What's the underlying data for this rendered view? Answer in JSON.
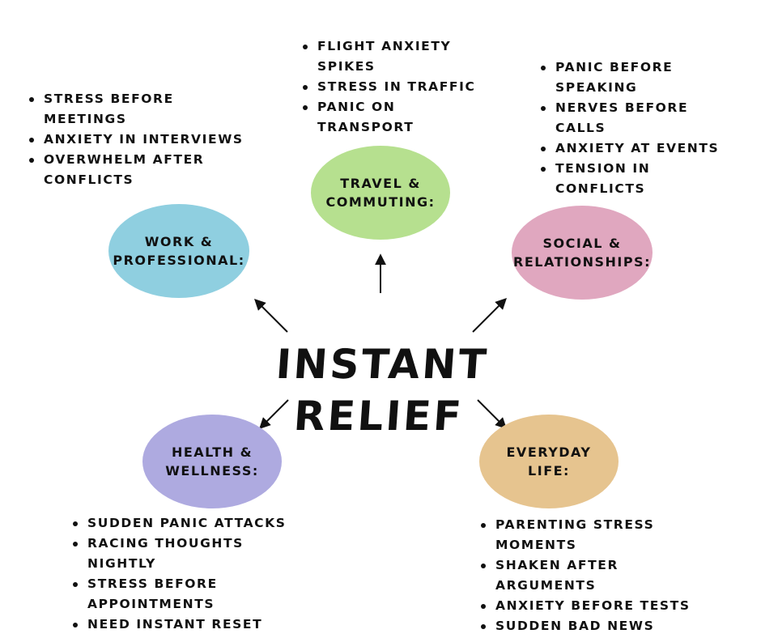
{
  "center": {
    "line1": "INSTANT",
    "line2": "RELIEF"
  },
  "colors": {
    "work": "#8fcfe0",
    "travel": "#b6e08f",
    "social": "#e0a7bf",
    "health": "#aeaae0",
    "everyday": "#e6c48f",
    "ink": "#111111"
  },
  "categories": {
    "work": {
      "line1": "WORK &",
      "line2": "PROFESSIONAL:",
      "items": [
        "STRESS BEFORE MEETINGS",
        "ANXIETY IN INTERVIEWS",
        "OVERWHELM AFTER CONFLICTS"
      ]
    },
    "travel": {
      "line1": "TRAVEL &",
      "line2": "COMMUTING:",
      "items": [
        "FLIGHT ANXIETY SPIKES",
        "STRESS IN TRAFFIC",
        "PANIC ON TRANSPORT"
      ]
    },
    "social": {
      "line1": "SOCIAL &",
      "line2": "RELATIONSHIPS:",
      "items": [
        "PANIC BEFORE SPEAKING",
        "NERVES BEFORE CALLS",
        "ANXIETY AT EVENTS",
        "TENSION IN CONFLICTS"
      ]
    },
    "health": {
      "line1": "HEALTH &",
      "line2": "WELLNESS:",
      "items": [
        "SUDDEN PANIC ATTACKS",
        "RACING THOUGHTS NIGHTLY",
        "STRESS BEFORE APPOINTMENTS",
        "NEED INSTANT RESET"
      ]
    },
    "everyday": {
      "line1": "EVERYDAY",
      "line2": "LIFE:",
      "items": [
        "PARENTING STRESS MOMENTS",
        "SHAKEN AFTER ARGUMENTS",
        "ANXIETY BEFORE TESTS",
        "SUDDEN BAD NEWS"
      ]
    }
  }
}
